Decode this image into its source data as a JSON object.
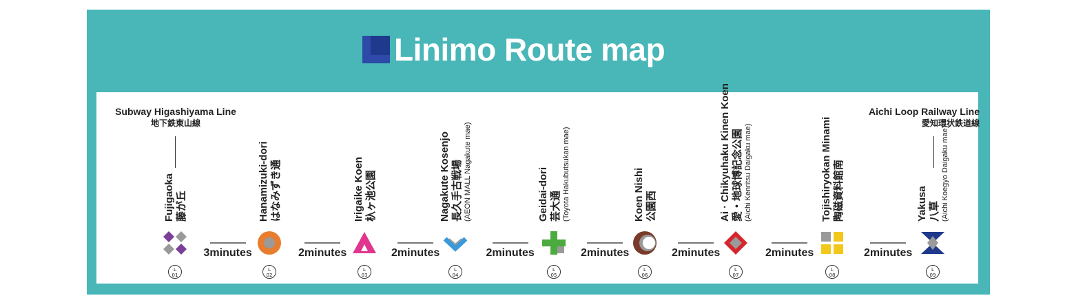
{
  "title": "Linimo Route map",
  "transfers": {
    "left": {
      "en": "Subway Higashiyama Line",
      "jp": "地下鉄東山線"
    },
    "right": {
      "en": "Aichi Loop Railway Line",
      "jp": "愛知環状鉄道線"
    }
  },
  "stations": [
    {
      "en": "Fujigaoka",
      "jp": "藤が丘",
      "sub": "",
      "code_letter": "L",
      "code_num": "01",
      "icon": "diamond-grid-icon",
      "color": "#7b3f98"
    },
    {
      "en": "Hanamizuki-dori",
      "jp": "はなみずき通",
      "sub": "",
      "code_letter": "L",
      "code_num": "02",
      "icon": "orange-circle-icon",
      "color": "#e87d2f"
    },
    {
      "en": "Irigaike Koen",
      "jp": "杁ヶ池公園",
      "sub": "",
      "code_letter": "L",
      "code_num": "03",
      "icon": "pink-triangle-icon",
      "color": "#e0368f"
    },
    {
      "en": "Nagakute Kosenjo",
      "jp": "長久手古戦場",
      "sub": "(AEON MALL Nagakute mae)",
      "code_letter": "L",
      "code_num": "04",
      "icon": "blue-chevron-icon",
      "color": "#3a9ad9"
    },
    {
      "en": "Geidai-dori",
      "jp": "芸大通",
      "sub": "(Toyota Hakubutsukan mae)",
      "code_letter": "L",
      "code_num": "05",
      "icon": "green-cross-icon",
      "color": "#4bab3e"
    },
    {
      "en": "Koen Nishi",
      "jp": "公園西",
      "sub": "",
      "code_letter": "L",
      "code_num": "06",
      "icon": "crescent-icon",
      "color": "#7a3b2a"
    },
    {
      "en": "Ai · Chikyuhaku Kinen Koen",
      "jp": "愛・地球博記念公園",
      "sub": "(Aichi Kenritsu Daigaku mae)",
      "code_letter": "L",
      "code_num": "07",
      "icon": "red-diamond-icon",
      "color": "#d7262b"
    },
    {
      "en": "Tojishiryokan Minami",
      "jp": "陶磁資料館南",
      "sub": "",
      "code_letter": "L",
      "code_num": "08",
      "icon": "yellow-blocks-icon",
      "color": "#f2c81a"
    },
    {
      "en": "Yakusa",
      "jp": "八草",
      "sub": "(Aichi Koegyo Daigaku mae)",
      "code_letter": "L",
      "code_num": "09",
      "icon": "hourglass-icon",
      "color": "#1f3a8c"
    }
  ],
  "intervals": [
    "3minutes",
    "2minutes",
    "2minutes",
    "2minutes",
    "2minutes",
    "2minutes",
    "2minutes",
    "2minutes"
  ]
}
